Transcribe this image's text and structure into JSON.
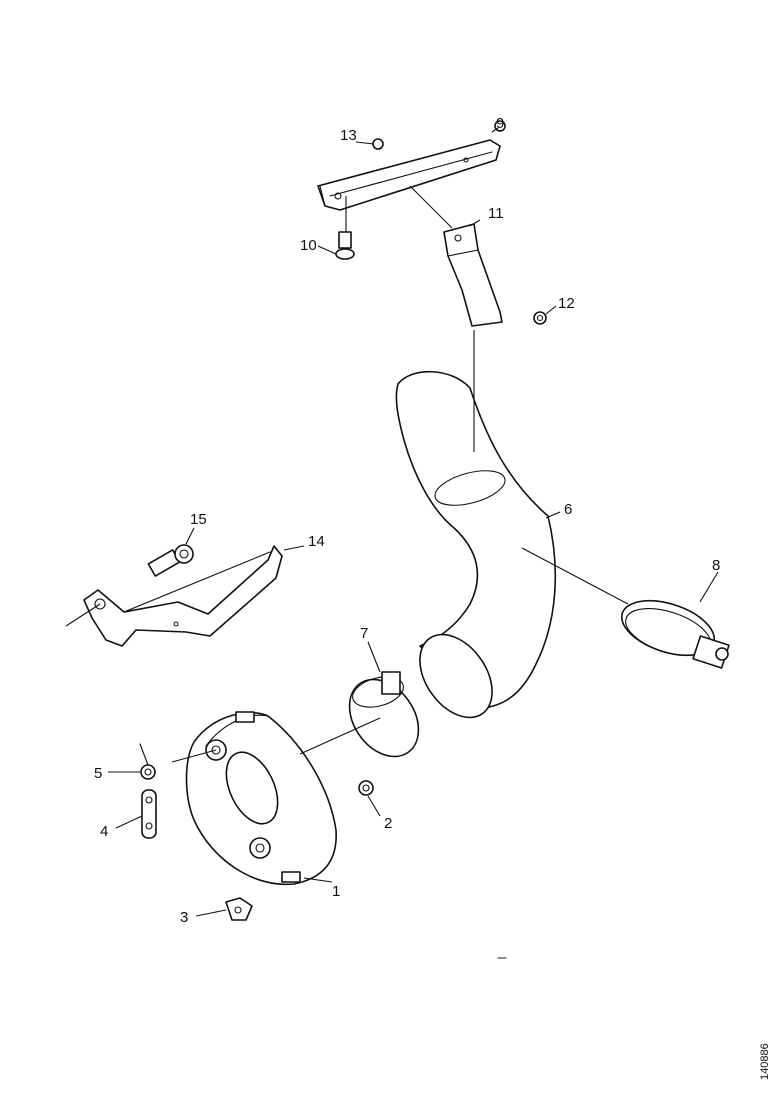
{
  "diagram": {
    "reference_code": "140886",
    "callouts": [
      {
        "id": "c1",
        "label": "1"
      },
      {
        "id": "c2",
        "label": "2"
      },
      {
        "id": "c3",
        "label": "3"
      },
      {
        "id": "c4",
        "label": "4"
      },
      {
        "id": "c5",
        "label": "5"
      },
      {
        "id": "c6",
        "label": "6"
      },
      {
        "id": "c7",
        "label": "7"
      },
      {
        "id": "c8",
        "label": "8"
      },
      {
        "id": "c9",
        "label": "9"
      },
      {
        "id": "c10",
        "label": "10"
      },
      {
        "id": "c11",
        "label": "11"
      },
      {
        "id": "c12",
        "label": "12"
      },
      {
        "id": "c13",
        "label": "13"
      },
      {
        "id": "c14",
        "label": "14"
      },
      {
        "id": "c15",
        "label": "15"
      }
    ]
  }
}
